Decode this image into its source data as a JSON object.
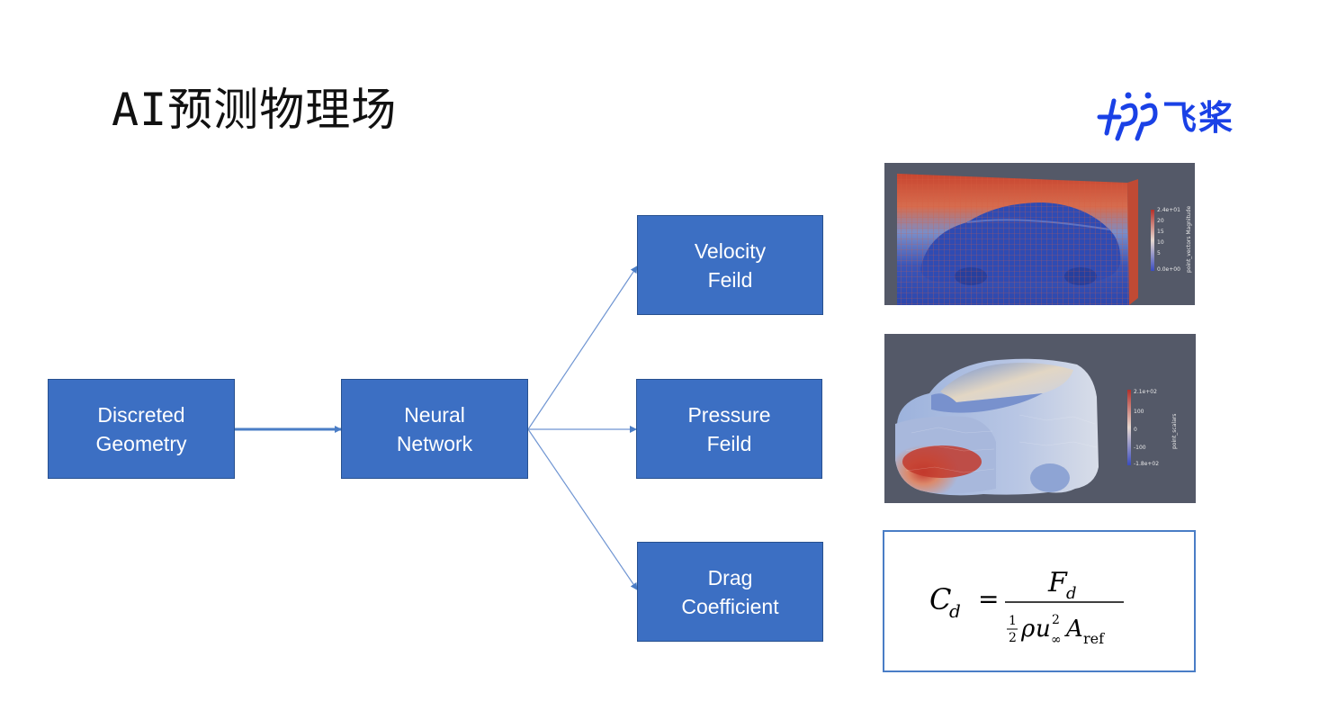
{
  "slide": {
    "title": "AI预测物理场"
  },
  "logo": {
    "text": "飞桨",
    "color": "#1a41e6"
  },
  "diagram": {
    "box_color": "#3c6fc3",
    "line_color": "#5b86cc",
    "nodes": {
      "input": {
        "line1": "Discreted",
        "line2": "Geometry"
      },
      "model": {
        "line1": "Neural",
        "line2": "Network"
      },
      "velocity": {
        "line1": "Velocity",
        "line2": "Feild"
      },
      "pressure": {
        "line1": "Pressure",
        "line2": "Feild"
      },
      "drag": {
        "line1": "Drag",
        "line2": "Coefficient"
      }
    }
  },
  "velocity_plot": {
    "colorbar_max": "2.4e+01",
    "ticks": [
      "20",
      "15",
      "10",
      "5"
    ],
    "colorbar_min": "0.0e+00",
    "colorbar_title": "point_vectors Magnitude"
  },
  "pressure_plot": {
    "colorbar_max": "2.1e+02",
    "ticks": [
      "100",
      "0",
      "-100"
    ],
    "colorbar_min": "-1.8e+02",
    "colorbar_title": "point_scalars"
  },
  "formula": {
    "lhs": "C",
    "lhs_sub": "d",
    "equals": "=",
    "num": "F",
    "num_sub": "d",
    "half_num": "1",
    "half_den": "2",
    "rho": "ρ",
    "u": "u",
    "u_sup": "2",
    "u_sub": "∞",
    "A": "A",
    "A_sub": "ref"
  }
}
